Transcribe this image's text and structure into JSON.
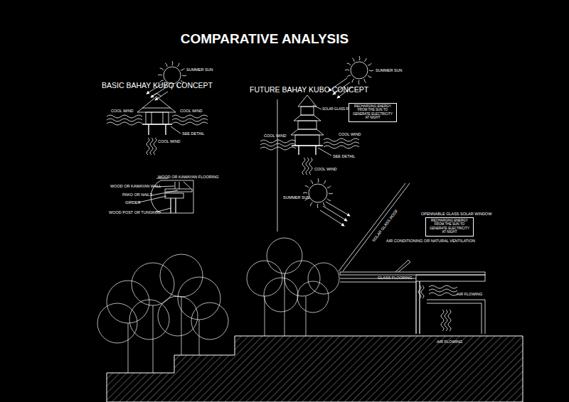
{
  "diagram": {
    "title": "COMPARATIVE ANALYSIS",
    "nodes": [
      {
        "text": [
          "RECHARGING ENERGY FROM THE SUN TO GENERATE ELECTRICITY AT NIGHT"
        ]
      },
      {
        "text": [
          "RECHARGING ENERGY FROM THE SUN TO GENERATE ELECTRICITY AT NIGHT"
        ]
      }
    ],
    "labels": [
      "SUMMER SUN",
      "SUMMER SUN",
      "BASIC BAHAY KUBO CONCEPT",
      "FUTURE BAHAY KUBO CONCEPT",
      "SOLAR GLASS ROOF",
      "COOL WIND",
      "COOL WIND",
      "SEE DETAIL",
      "COOL WIND",
      "COOL WIND",
      "COOL WIND",
      "SEE DETAIL",
      "COOL WIND",
      "WOOD OR KAWAYAN FLOORING",
      "WOOD OR KAWAYAN WALL",
      "PAKO OR NAILS",
      "GIRDER",
      "SUMMER SUN",
      "WOOD POST OR TUNGKOD",
      "OPENNABLE GLASS SOLAR WINDOW",
      "SOLAR GLASS ROOF",
      "AIR CONDITIONING OR NATURAL VENTILATION",
      "GLASS FLOORING",
      "AIR FLOWING",
      "AIR FLOWING"
    ]
  }
}
